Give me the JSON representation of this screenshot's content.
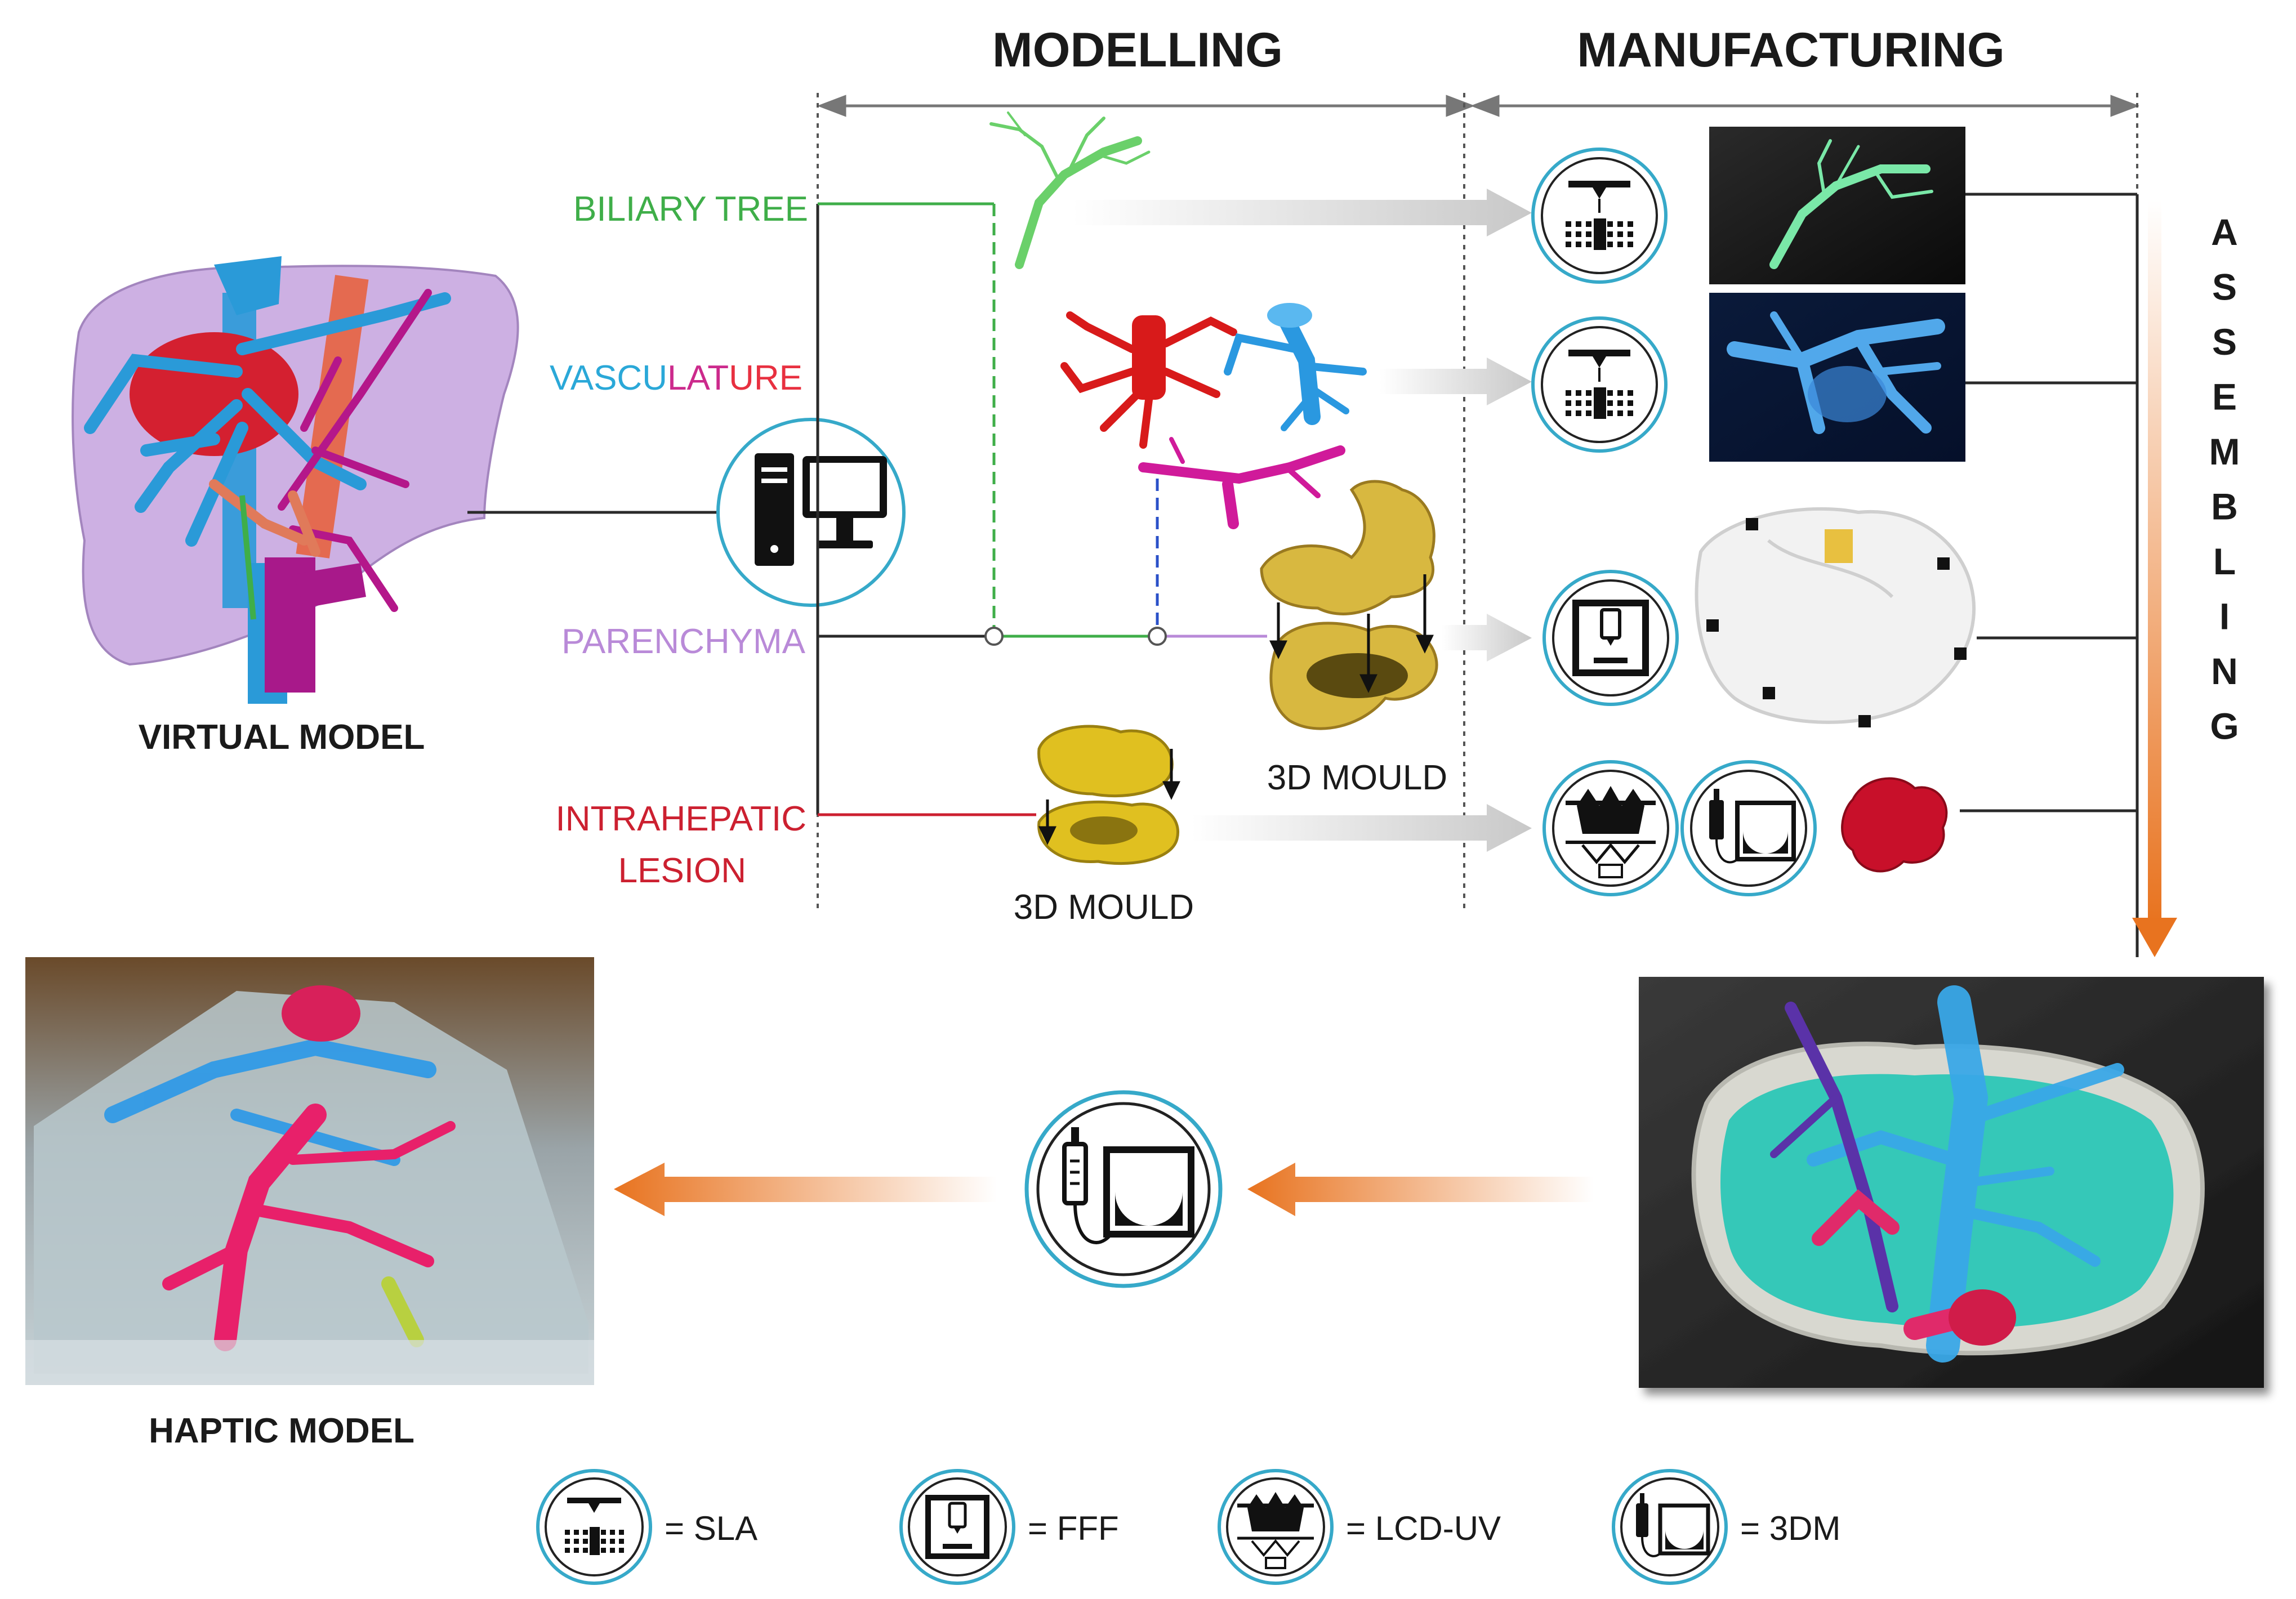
{
  "headers": {
    "modelling": "MODELLING",
    "manufacturing": "MANUFACTURING"
  },
  "assembling": [
    "A",
    "S",
    "S",
    "E",
    "M",
    "B",
    "L",
    "I",
    "N",
    "G"
  ],
  "inputs": {
    "biliary": "BILIARY TREE",
    "vasculature_parts": [
      "VASCU",
      "LAT",
      "URE"
    ],
    "parenchyma": "PARENCHYMA",
    "lesion_line1": "INTRAHEPATIC",
    "lesion_line2": "LESION"
  },
  "labels": {
    "virtual_model": "VIRTUAL MODEL",
    "haptic_model": "HAPTIC MODEL",
    "mould_parenchyma": "3D MOULD",
    "mould_lesion": "3D MOULD"
  },
  "legend": [
    {
      "icon": "sla-printer-icon",
      "text": "= SLA"
    },
    {
      "icon": "fff-printer-icon",
      "text": "= FFF"
    },
    {
      "icon": "lcd-uv-printer-icon",
      "text": "= LCD-UV"
    },
    {
      "icon": "3dm-casting-icon",
      "text": "= 3DM"
    }
  ],
  "colors": {
    "biliary": "#3fae49",
    "vasculature_a": "#2aa8d8",
    "vasculature_b": "#cc2a8c",
    "vasculature_c": "#e83040",
    "parenchyma": "#b98ad8",
    "lesion": "#cc2030",
    "accent_orange": "#e8731f",
    "icon_ring": "#36a9c9"
  }
}
